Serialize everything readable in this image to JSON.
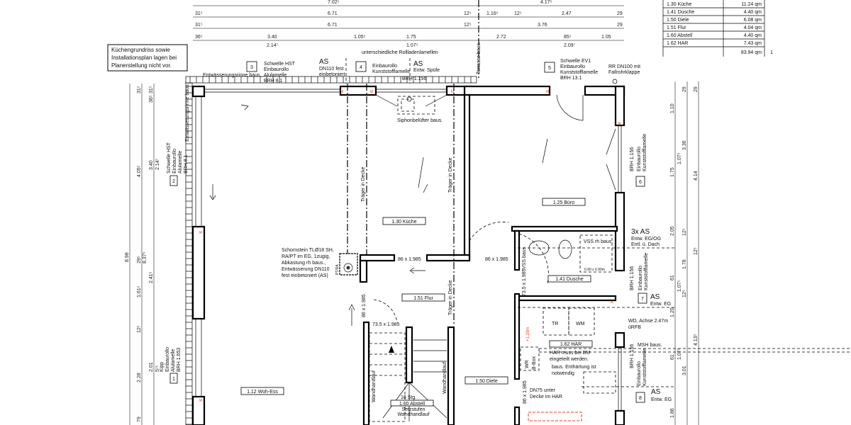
{
  "note": {
    "lines": [
      "Küchengrundriss sowie",
      "Installationsplan lagen bei",
      "Planerstellung nicht vor."
    ]
  },
  "area_table": {
    "rows": [
      {
        "room": "1.30 Küche",
        "area": "11.24 qm"
      },
      {
        "room": "1.41 Dusche",
        "area": "4.40 qm"
      },
      {
        "room": "1.50 Diele",
        "area": "6.08 qm"
      },
      {
        "room": "1.51 Flur",
        "area": "4.04 qm"
      },
      {
        "room": "1.60 Abstell",
        "area": "4.40 qm"
      },
      {
        "room": "1.62 HAR",
        "area": "7.43 qm"
      }
    ],
    "total": "83.94 qm",
    "extra": "1"
  },
  "rooms": {
    "woh_ess": "1.12 Woh-Ess",
    "kueche": "1.30 Küche",
    "buero": "1.25 Büro",
    "dusche": "1.41 Dusche",
    "har": "1.62 HAR",
    "diele": "1.50 Diele",
    "flur": "1.51 Flur",
    "abstell": "1.60 Abstell"
  },
  "dimensions": {
    "top_row1": [
      "7.02⁵",
      "4.17⁵"
    ],
    "top_row2": [
      "31⁵",
      "6.71",
      "12⁵",
      "1.16⁵",
      "12⁵",
      "2.47",
      "29"
    ],
    "top_row3": [
      "31⁵",
      "6.71",
      "12⁵",
      "3.76",
      "29"
    ],
    "top_row4": [
      "36⁵",
      "3.40",
      "1.05⁵",
      "1.75",
      "2.72",
      "85⁵",
      "1.05"
    ],
    "top_row4_sub": [
      "2.14⁷",
      "1.07⁵",
      "2.09⁷"
    ],
    "left_outer": [
      "8.98"
    ],
    "left_mid": [
      "31⁵",
      "4.05⁵",
      "29⁵",
      "8.37⁵",
      "1.61⁵",
      "12⁵",
      "2.28",
      "79"
    ],
    "left_inner": [
      "31⁵",
      "36⁵",
      "3.40",
      "2.14⁷",
      "2.41⁵",
      "2.01",
      "5⁷⁵"
    ],
    "right_inner": [
      "1.10",
      "1.75",
      "2.05",
      "61",
      "1.20",
      "61",
      "1.86"
    ],
    "right_inner_sub": [
      "1.07⁵",
      "1.07⁵",
      "1.07⁵"
    ],
    "right_mid": [
      "29",
      "3.36",
      "12⁵",
      "1.78",
      "12⁵",
      "3.01"
    ],
    "right_outer": [
      "29",
      "4.14",
      "12⁵",
      "4.13⁵"
    ]
  },
  "windows": {
    "w1": {
      "num": "1",
      "lines": [
        "Kipp",
        "Einbaurollo",
        "Alulamelle",
        "BRH 1.653"
      ]
    },
    "w2": {
      "num": "2",
      "lines": [
        "Schwelle HST",
        "Einbaurollo",
        "Alulamelle",
        "BRH 8.1"
      ]
    },
    "w3": {
      "num": "3",
      "lines": [
        "Schwelle HST",
        "Einbaurollo",
        "Alulamelle",
        "BRH 8.1"
      ]
    },
    "w4": {
      "num": "4",
      "lines": [
        "Einbaurollo",
        "Kunststofflamelle",
        "BRH 1.156"
      ]
    },
    "w5": {
      "num": "5",
      "lines": [
        "Schwelle EV1",
        "Einbaurollo",
        "Kunststofflamelle",
        "BRH  13.1"
      ]
    },
    "w6": {
      "num": "6",
      "lines": [
        "BRH 1.156",
        "Einbaurollo",
        "Kunststofflamelle"
      ]
    },
    "w7": {
      "num": "7",
      "lines": [
        "BRH 1.156",
        "Einbaurollo",
        "Kunststofflamelle"
      ]
    },
    "w8": {
      "num": "8",
      "lines": [
        "BRH 1.156",
        "Einbaurollo",
        "Kunststofflamelle"
      ]
    }
  },
  "annotations": {
    "rollladen": "unterschiedliche Rollladenlamellen",
    "entwaesserung_top": "Entwässerungsrinne baus.",
    "entwaesserung_left": "Entwässerungsrinne baus.",
    "as1": {
      "title": "AS",
      "lines": [
        "DN110 fest",
        "einbetoniert"
      ]
    },
    "as2": {
      "title": "AS",
      "lines": [
        "Entw. Spüle"
      ]
    },
    "terrasse": "Terrasse baus.",
    "rr": [
      "RR DN100 mit",
      "Fallrohrklappe"
    ],
    "siphon": "Siphonbelüfter baus.",
    "traeger": "Träger in Decke",
    "schornstein": [
      "Schornstein TLØ18 SH,",
      "RA/PT im EG, 1zugig,",
      "Abkastung rh baus.,",
      "Entwässerung DN110",
      "fest einbetoniert (AS)"
    ],
    "ptra": "PT/RA",
    "door_86_1": "86 x 1.985",
    "door_86_2": "86 x 1.985",
    "door_86_3": "86 x 1.985",
    "door_86_4": "86 x 1.985",
    "door_735_1": "73.5 x 1.985",
    "door_735_2": "73.5 x 1.985",
    "vss": "VSS baus.",
    "vss2": "VSS rh baus.",
    "shower": "0.90 x 0.90m",
    "as3": {
      "title": "3x AS",
      "lines": [
        "Entw. EG/OG",
        "Entl. ü. Dach"
      ]
    },
    "as4": {
      "title": "AS",
      "lines": [
        "Entw. EG"
      ]
    },
    "as5": {
      "title": "AS",
      "lines": [
        "Entw. EG"
      ]
    },
    "wd": [
      "WD, Achse 2.47m",
      "üRFB"
    ],
    "tr": "TR",
    "wm": "WM",
    "har_note": [
      "HAR muss bei BM",
      "eingeteilt werden."
    ],
    "enthaertung": [
      "baus. Enthärtung ist",
      "notwendig"
    ],
    "dn75": [
      "DN75 unter",
      "Decke im HAR"
    ],
    "wr": "WR",
    "bbox": "B-Box",
    "msh": "MSH baus.",
    "wandhandlauf": "Wandhandlauf",
    "stairs": "16 Stg.",
    "setzstufen": [
      "Setzstufen",
      "Wandhandlauf"
    ],
    "red_height": "+1.20m",
    "m": "M"
  },
  "colors": {
    "lines": "#000000",
    "dimension": "#555555",
    "marker": "#e8401c"
  }
}
